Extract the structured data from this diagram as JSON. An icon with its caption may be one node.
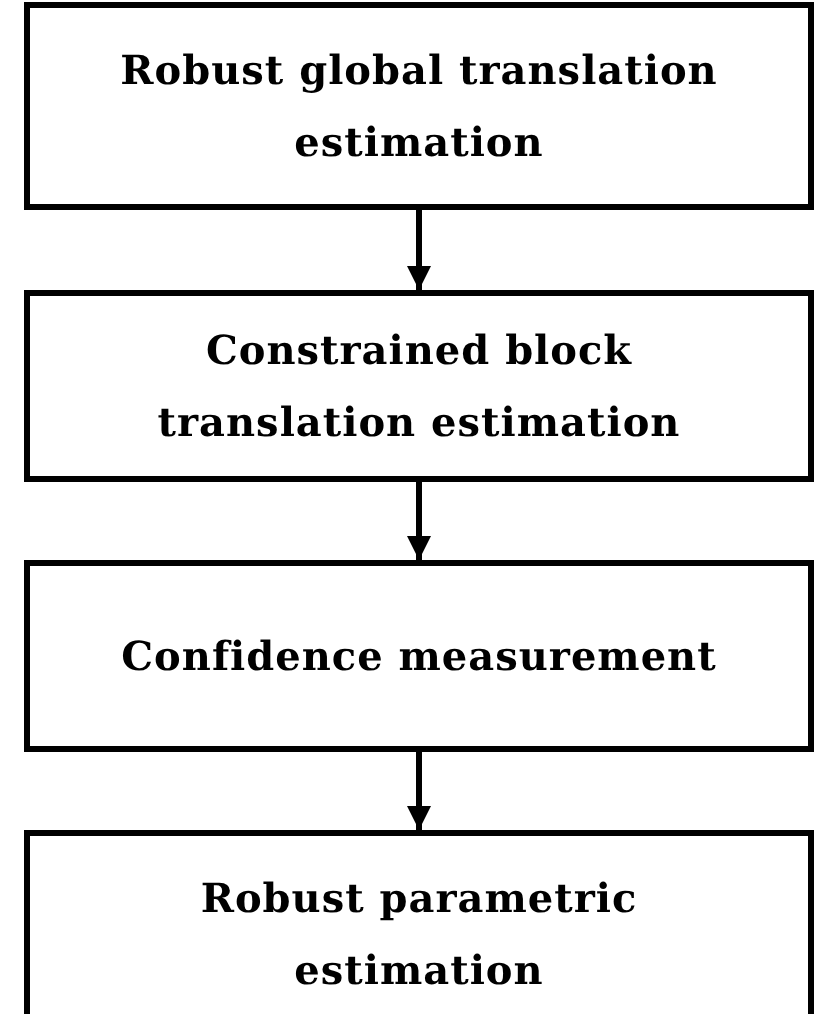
{
  "diagram": {
    "nodes": [
      {
        "text": [
          "Robust global translation estimation"
        ]
      },
      {
        "text": [
          "Constrained block translation estimation"
        ]
      },
      {
        "text": [
          "Confidence measurement"
        ]
      },
      {
        "text": [
          "Robust parametric estimation"
        ]
      }
    ],
    "edges": [
      {
        "from": 0,
        "to": 1,
        "arrow": "to"
      },
      {
        "from": 1,
        "to": 2,
        "arrow": "to"
      },
      {
        "from": 2,
        "to": 3,
        "arrow": "to"
      }
    ]
  }
}
